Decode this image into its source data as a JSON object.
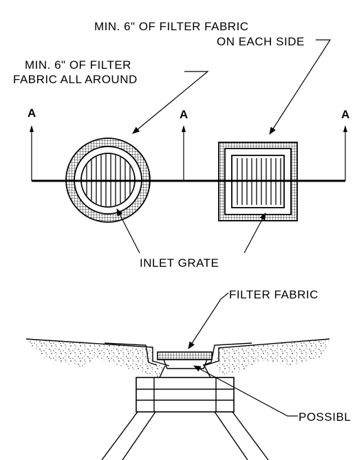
{
  "labels": {
    "square_fabric_line1": "MIN. 6\" OF FILTER FABRIC",
    "square_fabric_line2": "ON EACH SIDE",
    "round_fabric_line1": "MIN. 6\" OF FILTER",
    "round_fabric_line2": "FABRIC ALL AROUND",
    "inlet_grate": "INLET GRATE",
    "filter_fabric": "FILTER FABRIC",
    "possible": "POSSIBL"
  },
  "section_marks": [
    "A",
    "A",
    "A"
  ]
}
